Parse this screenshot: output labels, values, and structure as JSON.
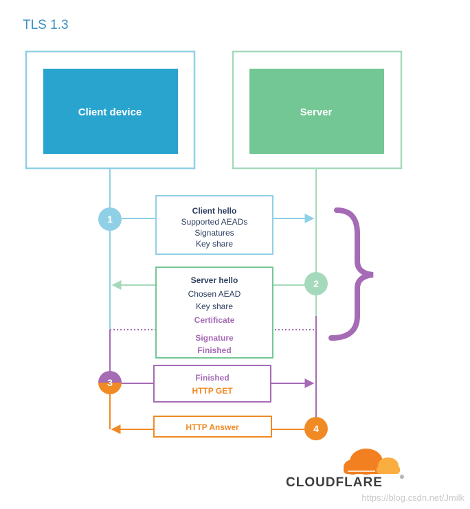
{
  "title": "TLS 1.3",
  "colors": {
    "client": "#29a4cf",
    "client_line": "#8fd0e6",
    "server": "#72c794",
    "server_line": "#a5d9bb",
    "purple": "#a56bb5",
    "orange": "#f08a24",
    "navy": "#2c3d5f",
    "cloudflare_orange": "#f38020",
    "cloudflare_light": "#faae40"
  },
  "entities": {
    "client": "Client device",
    "server": "Server"
  },
  "steps": [
    "1",
    "2",
    "3",
    "4"
  ],
  "messages": {
    "client_hello": [
      "Client hello",
      "Supported AEADs",
      "Signatures",
      "Key share"
    ],
    "server_hello": [
      "Server hello",
      "Chosen AEAD",
      "Key share"
    ],
    "server_encrypted": [
      "Certificate",
      "Signature",
      "Finished"
    ],
    "client_finished": [
      "Finished",
      "HTTP GET"
    ],
    "http_answer": "HTTP Answer"
  },
  "logo": {
    "text": "CLOUDFLARE",
    "mark": "®"
  },
  "watermark": "https://blog.csdn.net/Jmilk"
}
